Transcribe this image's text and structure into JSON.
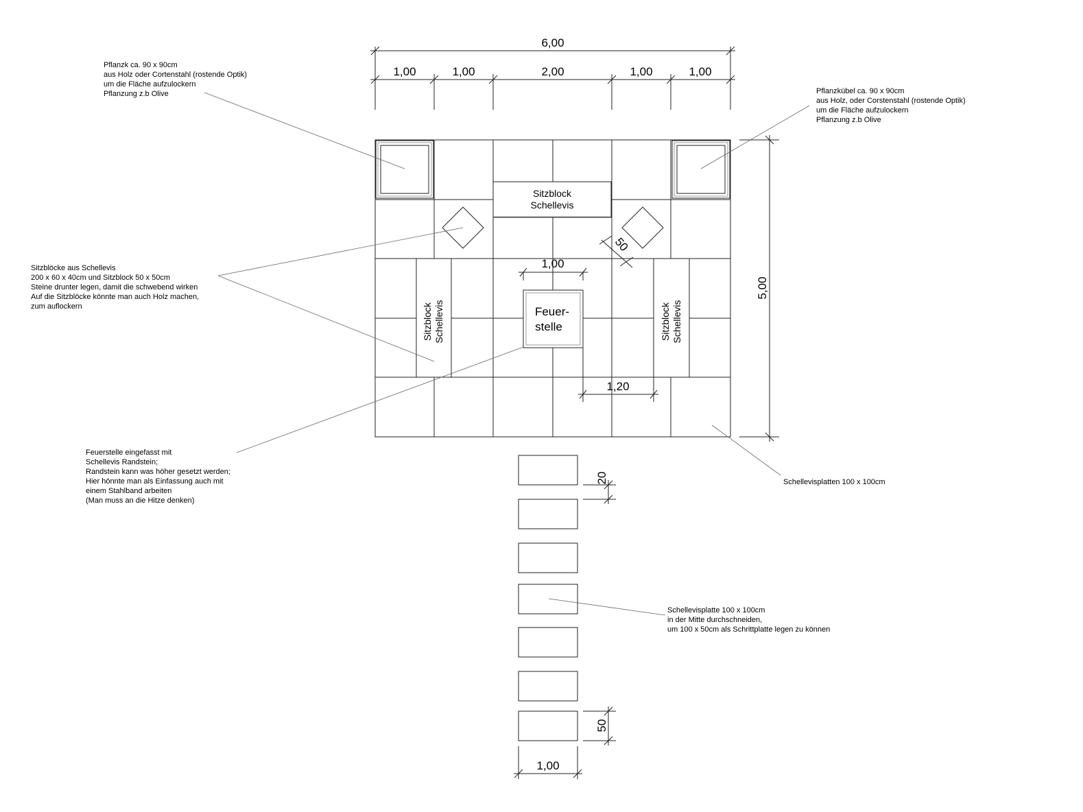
{
  "dimensions": {
    "total_width": "6,00",
    "segments": [
      "1,00",
      "1,00",
      "2,00",
      "1,00",
      "1,00"
    ],
    "total_depth": "5,00",
    "fire_width": "1,00",
    "diamond_size": "50",
    "gap_fire_block": "1,20",
    "step_gap": "20",
    "step_depth": "50",
    "step_width": "1,00"
  },
  "labels": {
    "sitzblock_top": [
      "Sitzblock",
      "Schellevis"
    ],
    "sitzblock_left": [
      "Sitzblock",
      "Schellevis"
    ],
    "sitzblock_right": [
      "Sitzblock",
      "Schellevis"
    ],
    "feuerstelle": [
      "Feuer-",
      "stelle"
    ]
  },
  "notes": {
    "planter_left": [
      "Pflanzk ca. 90 x 90cm",
      "aus Holz oder Cortenstahl (rostende Optik)",
      "um die Fläche aufzulockern",
      "Pflanzung z.b Olive"
    ],
    "planter_right": [
      "Pflanzkübel ca. 90 x 90cm",
      "aus Holz, oder Corstenstahl (rostende Optik)",
      "um die Fläche aufzulockern",
      "Pflanzung z.b Olive"
    ],
    "seat_blocks": [
      "Sitzblöcke aus Schellevis",
      "200 x 60 x 40cm und Sitzblock 50 x 50cm",
      "Steine drunter legen, damit die schwebend wirken",
      "Auf die Sitzblöcke könnte man auch Holz machen,",
      "zum auflockern"
    ],
    "fire": [
      "Feuerstelle eingefasst mit",
      "Schellevis Randstein;",
      "Randstein kann was höher gesetzt werden;",
      "Hier hönnte man als Einfassung auch mit",
      "einem Stahlband arbeiten",
      "(Man muss an die Hitze denken)"
    ],
    "plates": [
      "Schellevisplatten 100 x 100cm"
    ],
    "step_plates": [
      "Schellevisplatte 100 x 100cm",
      "in der Mitte durchschneiden,",
      "um 100 x 50cm als Schrittplatte legen zu können"
    ]
  }
}
